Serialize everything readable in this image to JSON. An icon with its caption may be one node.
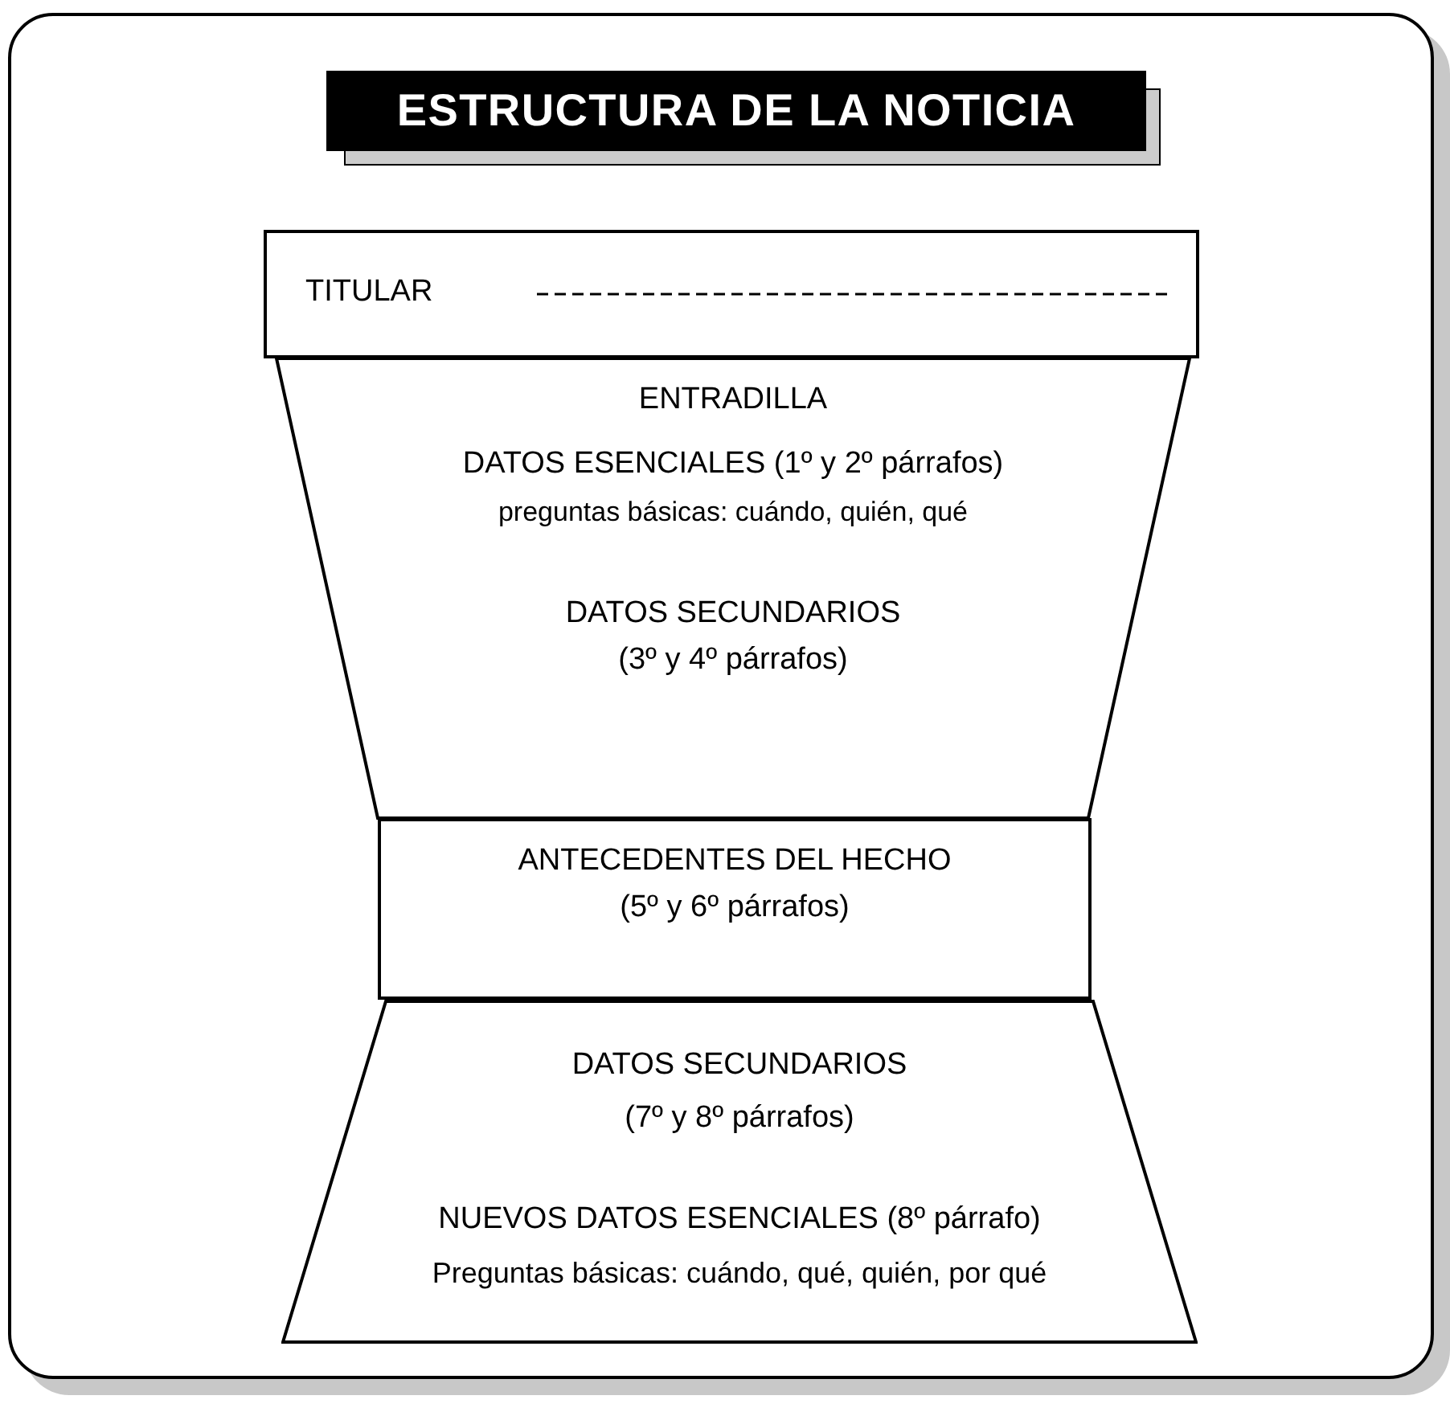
{
  "diagram": {
    "title": "ESTRUCTURA DE LA NOTICIA",
    "nodes": [
      {
        "text": [
          "TITULAR"
        ]
      },
      {
        "text": [
          "ENTRADILLA",
          "DATOS ESENCIALES (1º y 2º párrafos)",
          "preguntas básicas: cuándo, quién, qué",
          "DATOS SECUNDARIOS",
          "(3º y 4º párrafos)"
        ]
      },
      {
        "text": [
          "ANTECEDENTES DEL HECHO",
          "(5º y 6º párrafos)"
        ]
      },
      {
        "text": [
          "DATOS SECUNDARIOS",
          "(7º y 8º párrafos)",
          "NUEVOS DATOS ESENCIALES (8º párrafo)",
          "Preguntas básicas: cuándo, qué, quién, por qué"
        ]
      }
    ]
  }
}
